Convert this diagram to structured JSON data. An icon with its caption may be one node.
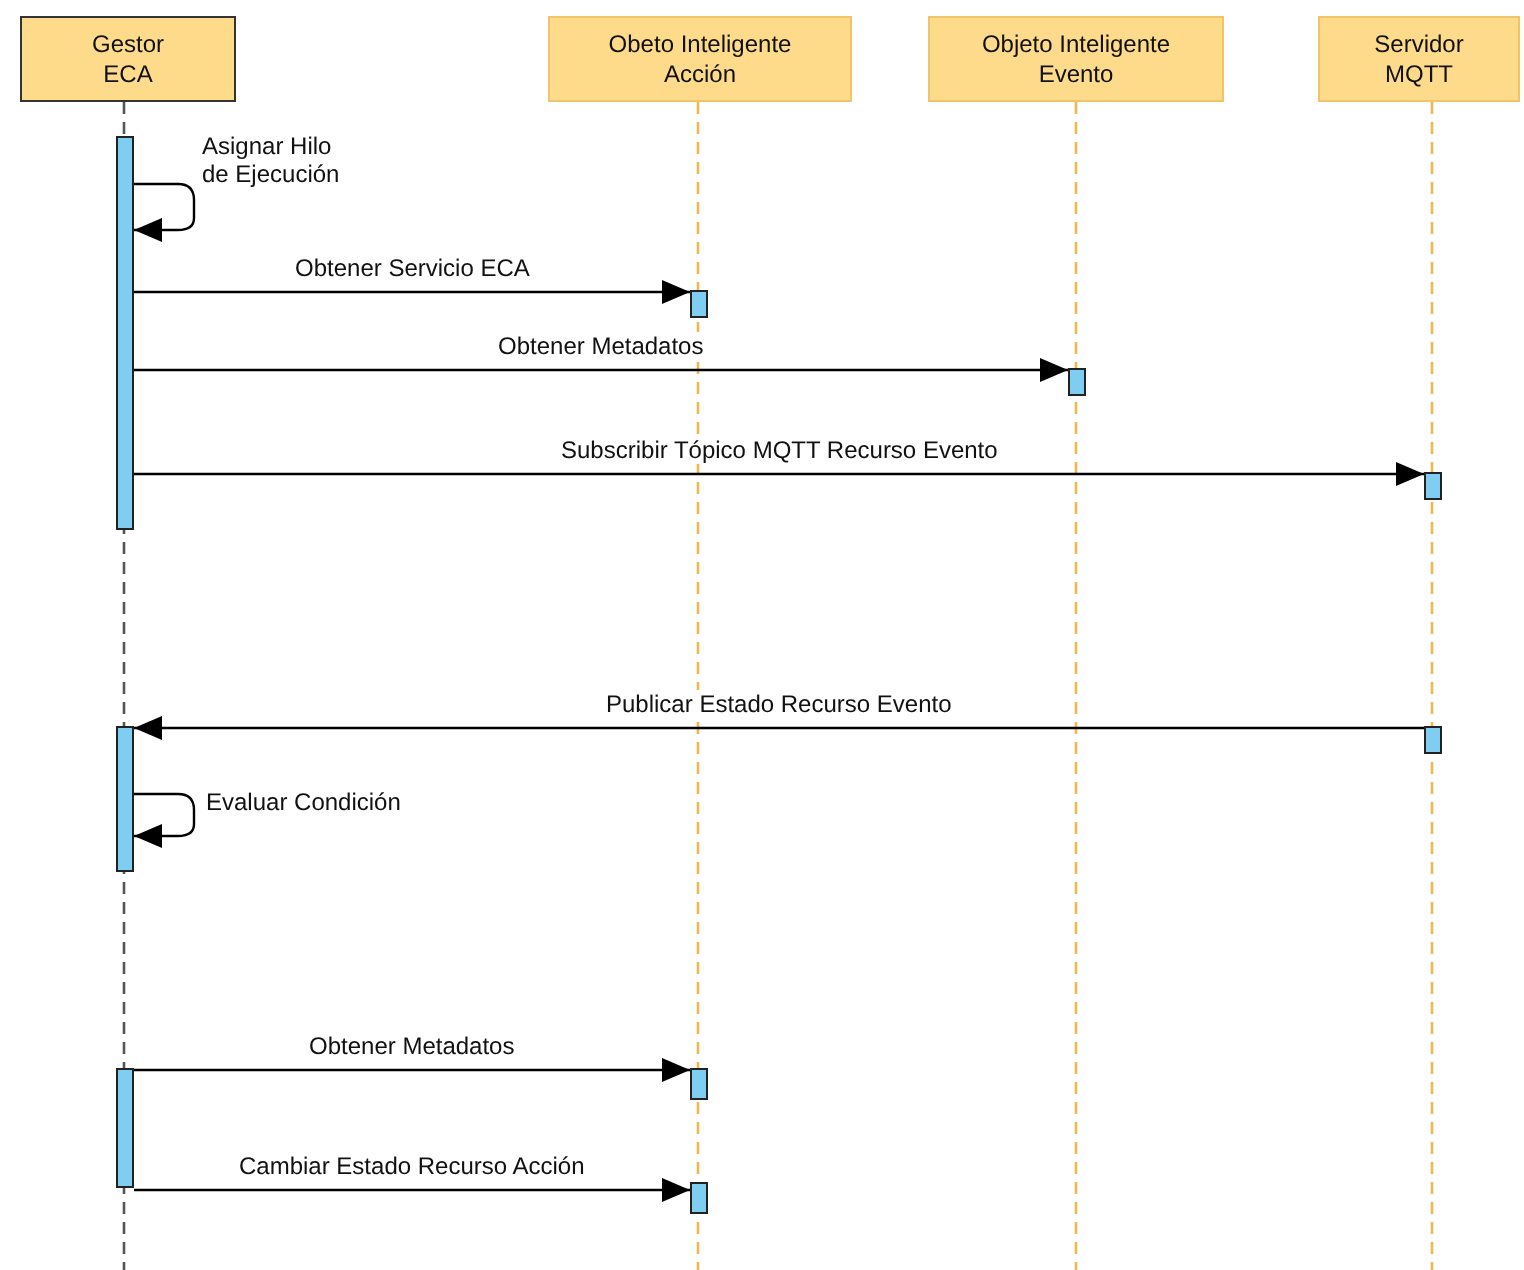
{
  "diagram": {
    "nodes": [
      {
        "text": [
          "Gestor ECA"
        ]
      },
      {
        "text": [
          "Obeto Inteligente Acción"
        ]
      },
      {
        "text": [
          "Objeto Inteligente Evento"
        ]
      },
      {
        "text": [
          "Servidor MQTT"
        ]
      },
      {
        "text": [],
        "shape": "bar"
      },
      {
        "text": [],
        "shape": "bar"
      },
      {
        "text": [],
        "shape": "bar"
      },
      {
        "text": [],
        "shape": "bar"
      },
      {
        "text": [],
        "shape": "bar"
      },
      {
        "text": [],
        "shape": "bar"
      },
      {
        "text": [],
        "shape": "bar"
      },
      {
        "text": [],
        "shape": "bar"
      },
      {
        "text": [],
        "shape": "bar"
      }
    ],
    "edges": [
      {
        "from": 4,
        "to": 4,
        "arrow": "to",
        "label": "Asignar Hilo de Ejecución"
      },
      {
        "from": 4,
        "to": 5,
        "arrow": "to",
        "label": "Obtener Servicio ECA"
      },
      {
        "from": 4,
        "to": 6,
        "arrow": "to",
        "label": "Obtener Metadatos"
      },
      {
        "from": 4,
        "to": 7,
        "arrow": "to",
        "label": "Subscribir Tópico MQTT Recurso Evento"
      },
      {
        "from": 9,
        "to": 8,
        "arrow": "to",
        "label": "Publicar Estado Recurso Evento"
      },
      {
        "from": 8,
        "to": 8,
        "arrow": "to",
        "label": "Evaluar Condición"
      },
      {
        "from": 10,
        "to": 11,
        "arrow": "to",
        "label": "Obtener Metadatos"
      },
      {
        "from": 10,
        "to": 12,
        "arrow": "to",
        "label": "Cambiar Estado Recurso Acción"
      }
    ]
  }
}
